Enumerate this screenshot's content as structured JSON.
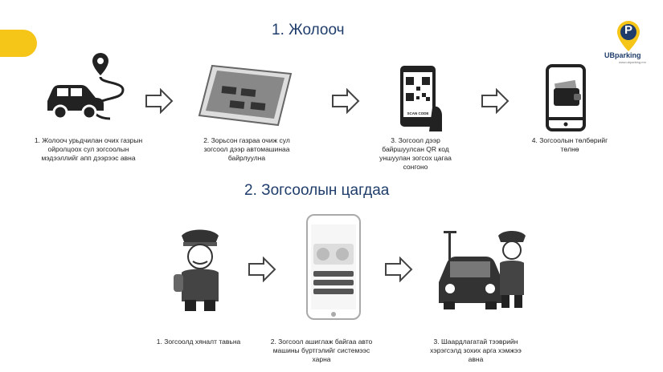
{
  "brand": {
    "logo_letter": "P",
    "logo_text": "UBparking",
    "logo_tagline": "www.ubparking.mn",
    "accent_color": "#f5c518",
    "title_color": "#1f3d6b"
  },
  "section1": {
    "title": "1. Жолооч",
    "qr_label": "SCAN CODE",
    "steps": [
      {
        "icon": "car-location-icon",
        "caption": "1.   Жолооч урьдчилан очих газрын\nойролцоох сул зогсоолын\nмэдээллийг апп дээрээс авна"
      },
      {
        "icon": "parking-lot-tablet-icon",
        "caption": "2. Зорьсон газраа очиж сул\nзогсоол дээр автомашинаа\nбайрлуулна"
      },
      {
        "icon": "qr-phone-icon",
        "caption": "3. Зогсоол дээр\nбайршуулсан QR код\nуншуулан зогсох цагаа\nсонгоно"
      },
      {
        "icon": "wallet-phone-icon",
        "caption": "4. Зогсоолын төлбөрийг\nтөлнө"
      }
    ]
  },
  "section2": {
    "title": "2. Зогсоолын цагдаа",
    "steps": [
      {
        "icon": "police-officer-icon",
        "caption": "1. Зогсоолд хяналт тавьна"
      },
      {
        "icon": "registration-phone-icon",
        "caption": "2. Зогсоол ашиглаж байгаа авто\nмашины бүртгэлийг системээс\nхарна"
      },
      {
        "icon": "police-car-icon",
        "caption": "3. Шаардлагатай тээврийн\nхэрэгсэлд зохих арга хэмжээ\nавна"
      }
    ]
  }
}
